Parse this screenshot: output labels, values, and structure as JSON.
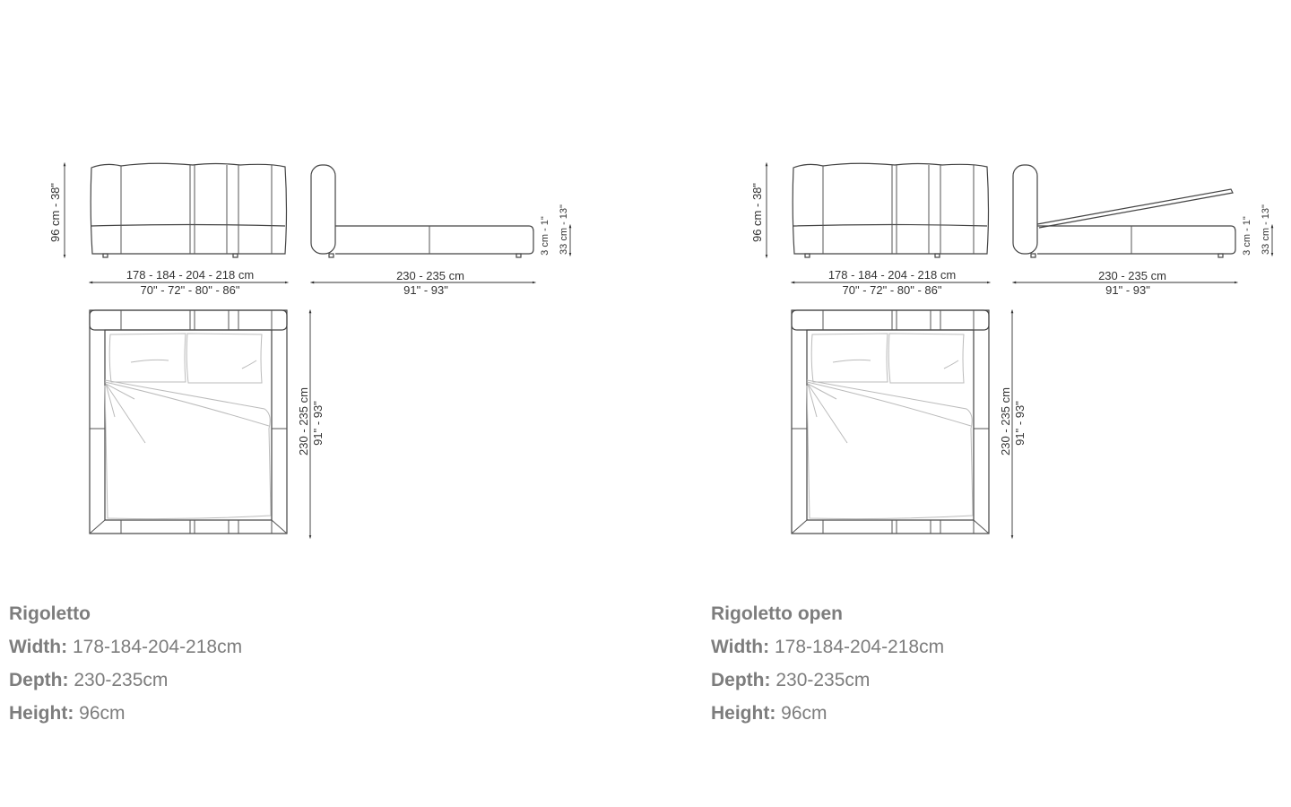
{
  "products": [
    {
      "name": "Rigoletto",
      "open": false,
      "specs": [
        {
          "label": "Width:",
          "value": "178-184-204-218cm"
        },
        {
          "label": "Depth:",
          "value": "230-235cm"
        },
        {
          "label": "Height:",
          "value": "96cm"
        }
      ],
      "dims": {
        "height": "96 cm - 38\"",
        "width_cm": "178 - 184 - 204 - 218 cm",
        "width_in": "70\" - 72\" - 80\" - 86\"",
        "depth_cm": "230 - 235 cm",
        "depth_in": "91\" - 93\"",
        "clearance": "3 cm - 1\"",
        "base_height": "33 cm - 13\""
      }
    },
    {
      "name": "Rigoletto open",
      "open": true,
      "specs": [
        {
          "label": "Width:",
          "value": "178-184-204-218cm"
        },
        {
          "label": "Depth:",
          "value": "230-235cm"
        },
        {
          "label": "Height:",
          "value": "96cm"
        }
      ],
      "dims": {
        "height": "96 cm - 38\"",
        "width_cm": "178 - 184 - 204 - 218 cm",
        "width_in": "70\" - 72\" - 80\" - 86\"",
        "depth_cm": "230 - 235 cm",
        "depth_in": "91\" - 93\"",
        "clearance": "3 cm - 1\"",
        "base_height": "33 cm - 13\""
      }
    }
  ]
}
